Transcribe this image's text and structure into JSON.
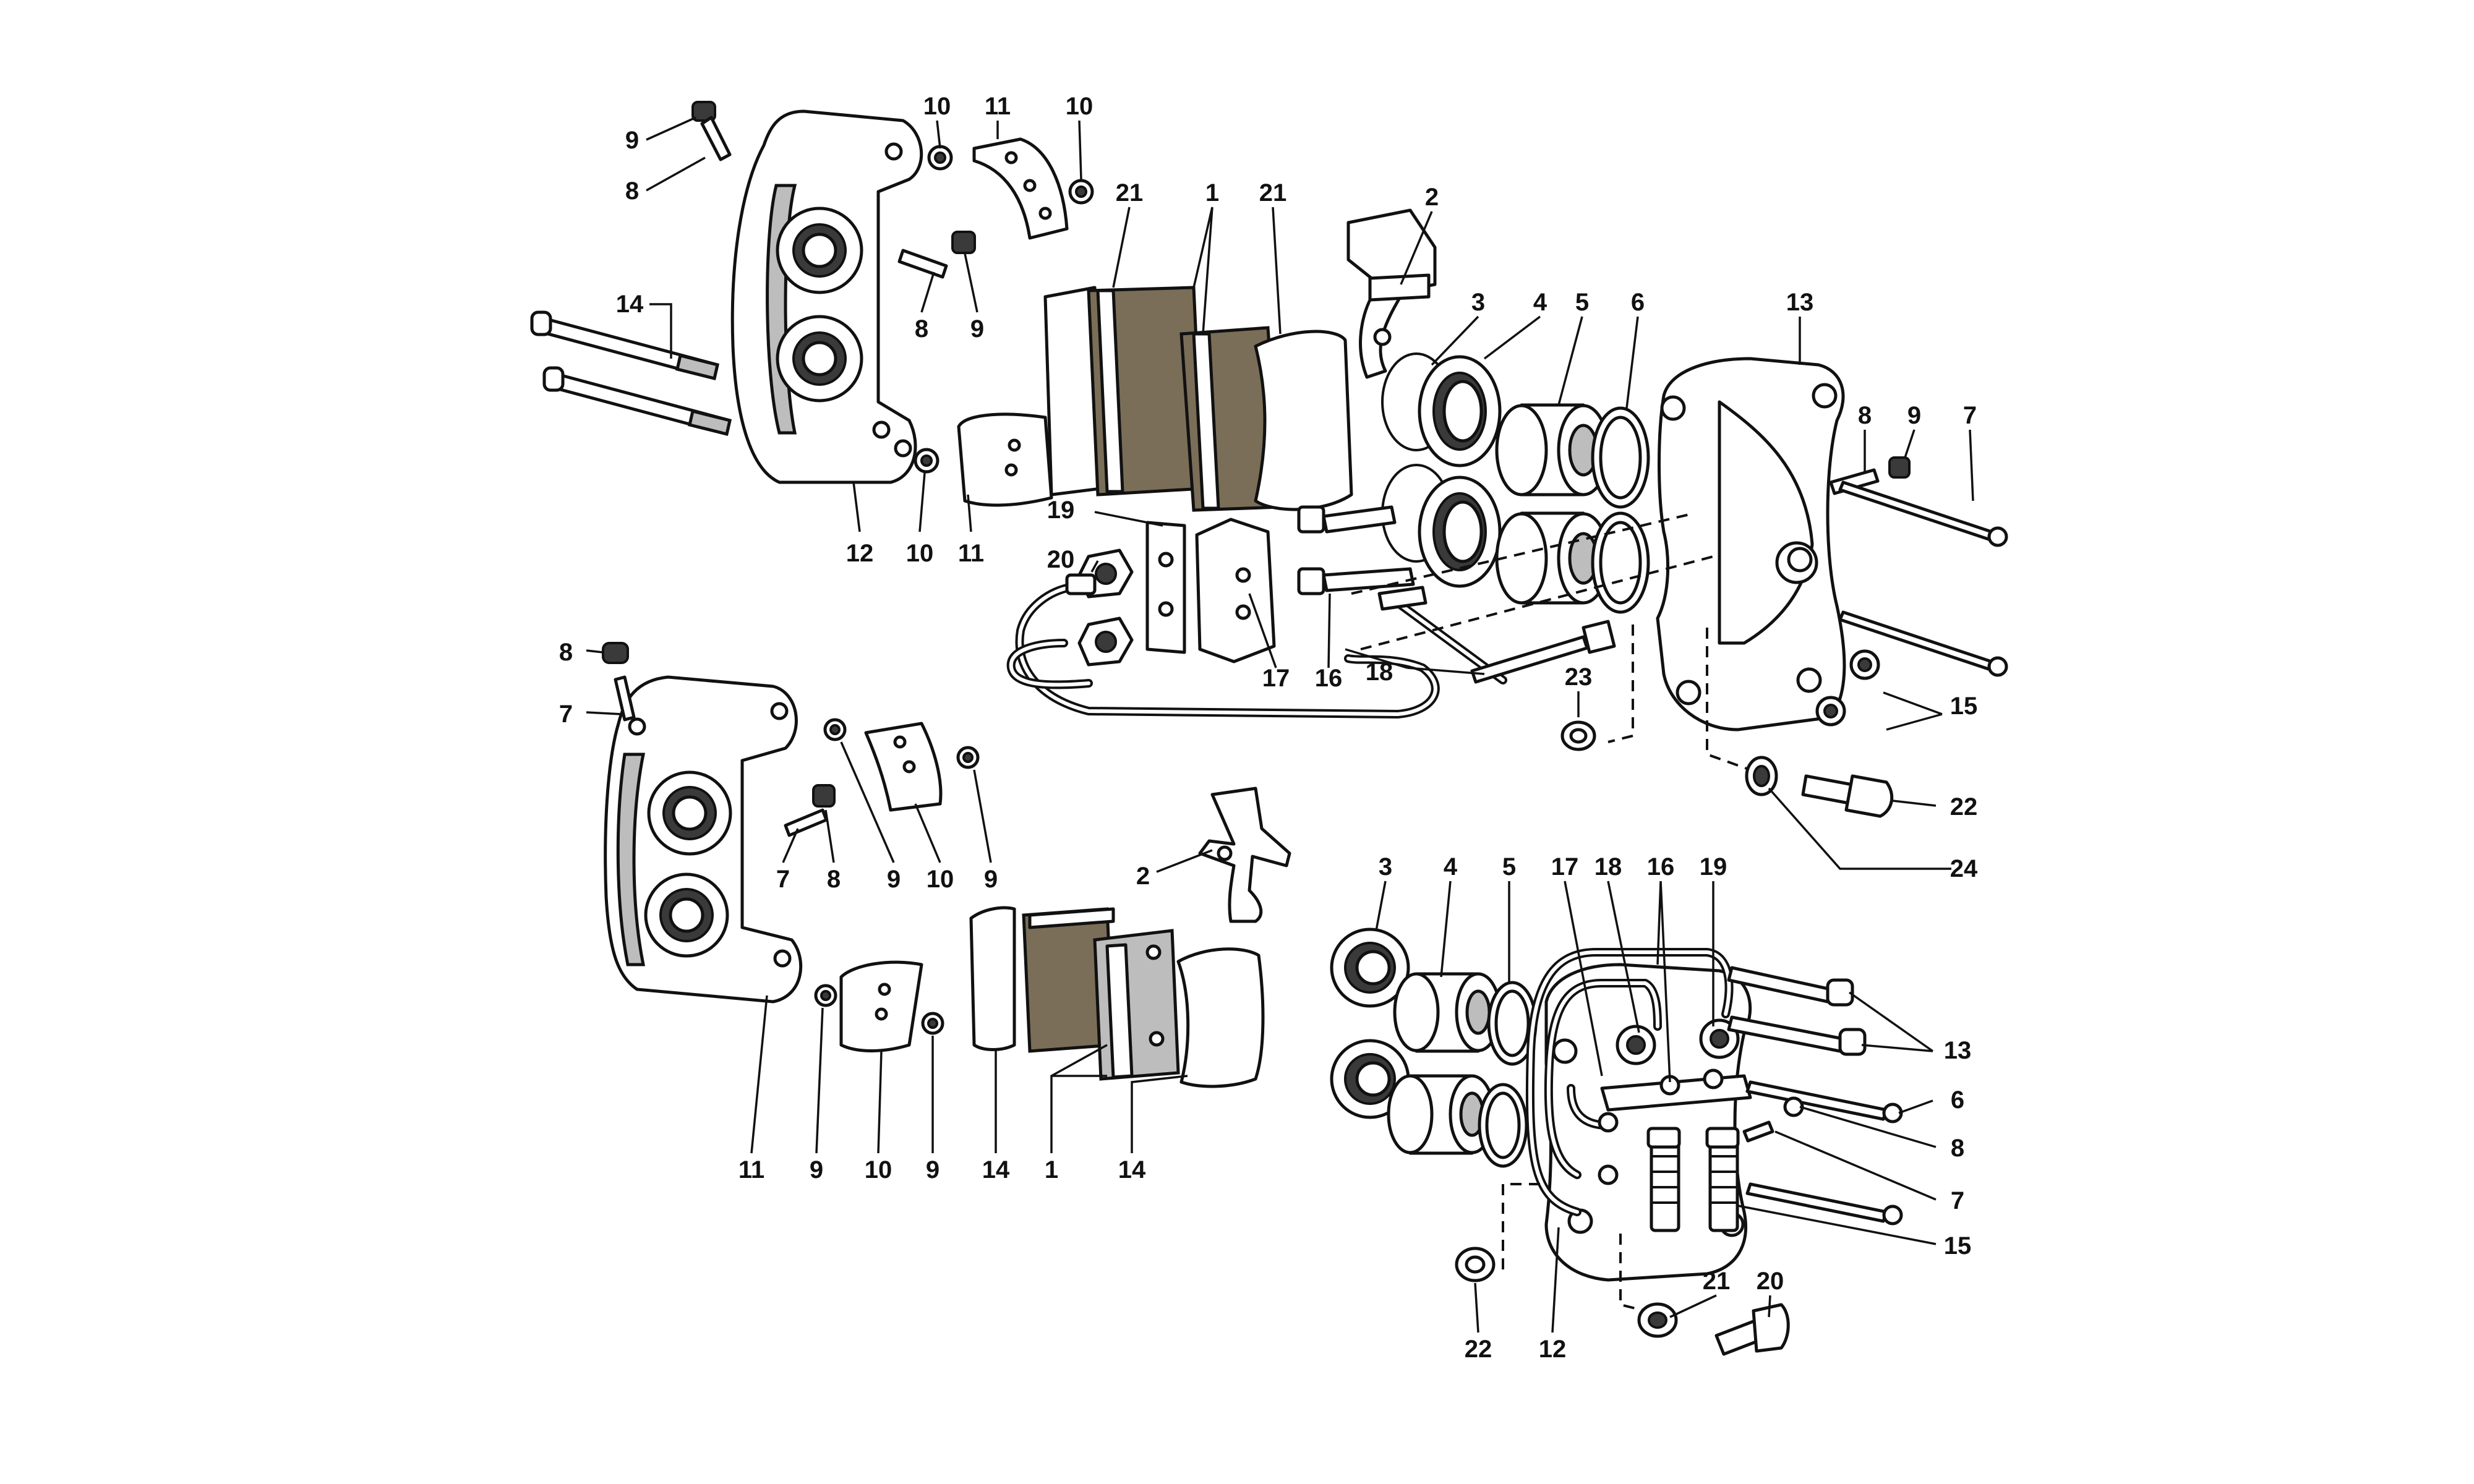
{
  "callouts": {
    "top": [
      "9",
      "8",
      "10",
      "11",
      "10",
      "21",
      "1",
      "21",
      "2",
      "14",
      "8",
      "9",
      "3",
      "4",
      "5",
      "6",
      "13",
      "8",
      "9",
      "7",
      "12",
      "10",
      "11",
      "19",
      "20",
      "17",
      "16",
      "18",
      "23",
      "15",
      "22",
      "24"
    ],
    "bottom_left": [
      "8",
      "7",
      "7",
      "8",
      "9",
      "10",
      "9",
      "2",
      "11",
      "9",
      "10",
      "9",
      "14",
      "1",
      "14"
    ],
    "bottom_right": [
      "3",
      "4",
      "5",
      "17",
      "18",
      "16",
      "19",
      "13",
      "6",
      "8",
      "7",
      "15",
      "21",
      "20",
      "22",
      "12"
    ]
  }
}
